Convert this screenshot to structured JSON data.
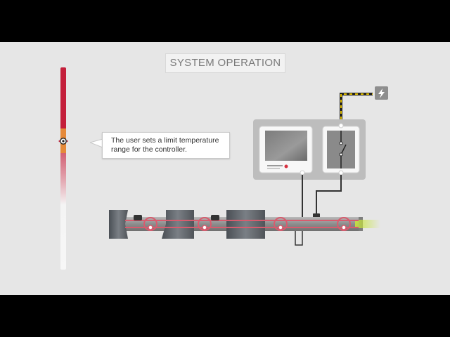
{
  "title": "SYSTEM OPERATION",
  "callout": {
    "line1": "The user sets a limit temperature",
    "line2": "range for the controller."
  },
  "controller": {
    "brand_text": "· · ·",
    "label_text": "——"
  },
  "icons": {
    "power": "lightning-bolt-icon",
    "switch": "switch-icon",
    "marker": "target-icon"
  },
  "colors": {
    "thermometer_hot": "#c41f3b",
    "thermometer_band": "#e58a3a",
    "heating_cable": "#d85c6e",
    "pipe": "#8c8c8c",
    "flow": "#c8e63a",
    "wire_yellow": "#e6c200",
    "panel": "#bdbdbd"
  }
}
